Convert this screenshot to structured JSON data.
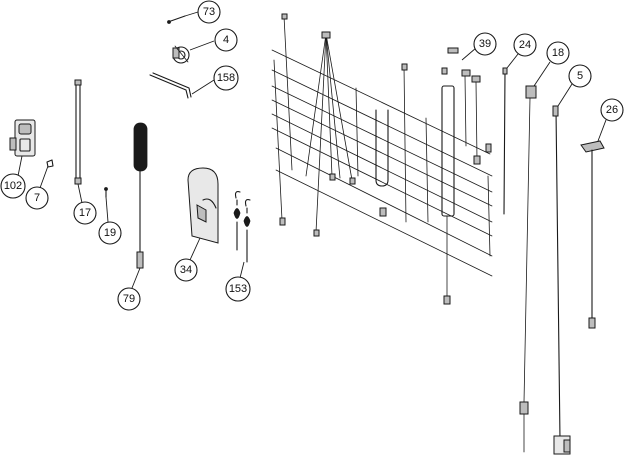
{
  "callouts": {
    "c73": "73",
    "c4": "4",
    "c158": "158",
    "c102": "102",
    "c7": "7",
    "c17": "17",
    "c19": "19",
    "c79": "79",
    "c34": "34",
    "c153": "153",
    "c39": "39",
    "c24": "24",
    "c18": "18",
    "c5": "5",
    "c26": "26"
  }
}
